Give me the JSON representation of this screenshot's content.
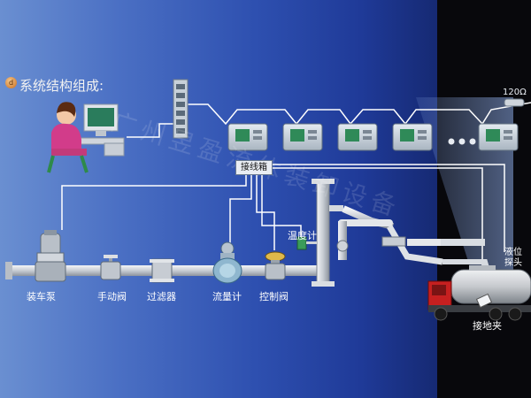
{
  "heading": "系统结构组成:",
  "heading_bullet": "d",
  "watermark": "广州昱盈流体装卸设备",
  "labels": {
    "junction_box": "接线箱",
    "temperature_gauge": "温度计",
    "loading_pump": "装车泵",
    "manual_valve": "手动阀",
    "filter": "过滤器",
    "flow_meter": "流量计",
    "control_valve": "控制阀",
    "level_probe": "液位探头",
    "ground_clamp": "接地夹",
    "resistor": "120Ω"
  },
  "colors": {
    "pipe": "#dcdfe4",
    "wire": "#ffffff",
    "controller_body": "#c9d3dd",
    "screen": "#2f8a58",
    "truck_cab": "#c62020",
    "tank": "#c9ccd0"
  }
}
